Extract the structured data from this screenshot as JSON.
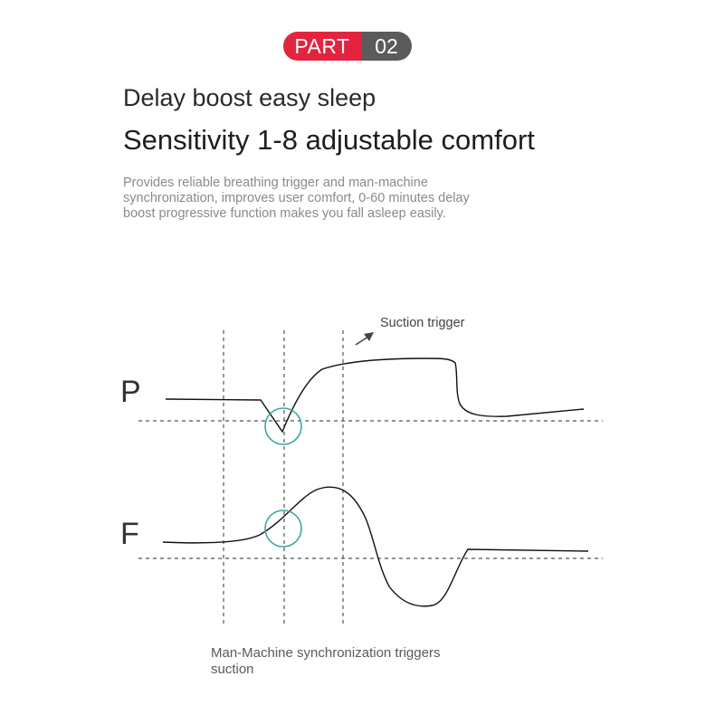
{
  "badge": {
    "label": "PART",
    "number": "02"
  },
  "heading": {
    "subtitle": "Delay boost easy sleep",
    "title": "Sensitivity 1-8 adjustable comfort"
  },
  "description": [
    "Provides reliable breathing trigger and man-machine",
    "synchronization, improves user comfort, 0-60 minutes delay",
    "boost progressive function makes you fall asleep easily."
  ],
  "diagram": {
    "suction_trigger_label": "Suction trigger",
    "pressure_label": "P",
    "flow_label": "F",
    "trigger_marker_color": "#3aa99f"
  },
  "caption": [
    "Man-Machine synchronization triggers",
    "suction"
  ],
  "colors": {
    "badge_primary": "#e4233f",
    "badge_secondary": "#5b5b5b"
  }
}
